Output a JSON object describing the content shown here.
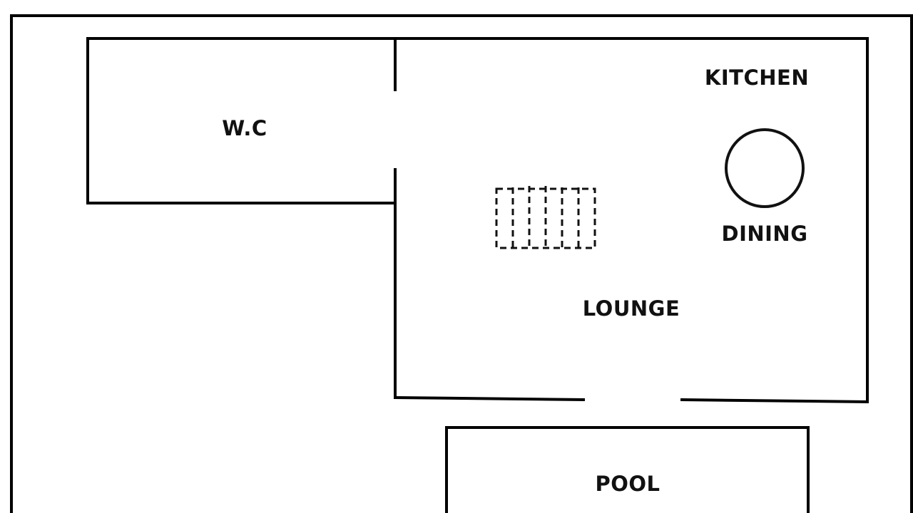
{
  "rooms": {
    "wc": "W.C",
    "kitchen": "KITCHEN",
    "dining": "DINING",
    "lounge": "LOUNGE",
    "pool": "POOL"
  },
  "colors": {
    "wall": "#000000",
    "label": "#111111",
    "background": "#ffffff"
  },
  "icons": {
    "stairs": "stairs-icon",
    "dining_table": "dining-table-icon"
  }
}
